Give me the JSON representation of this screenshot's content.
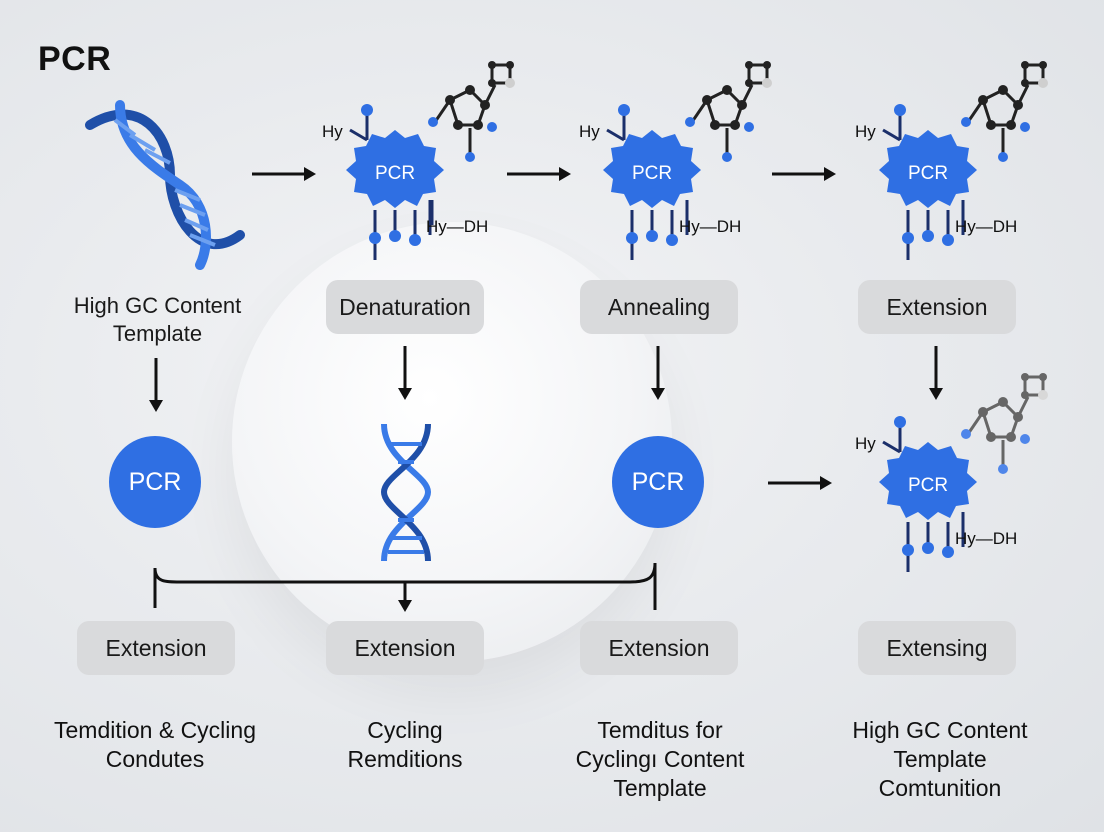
{
  "title": "PCR",
  "template_label": "High GC Content Template",
  "steps": [
    {
      "label": "Denaturation"
    },
    {
      "label": "Annealing"
    },
    {
      "label": "Extension"
    }
  ],
  "molecule": {
    "center": "PCR",
    "left_label": "Hy",
    "right_label": "Hy—DH"
  },
  "circles": [
    "PCR",
    "PCR"
  ],
  "bottom_pills": [
    "Extension",
    "Extension",
    "Extension",
    "Extensing"
  ],
  "captions": [
    "Temdition & Cycling Condutes",
    "Cycling Remditions",
    "Temditus for Cyclingı Content Template",
    "High GC Content Template Comtunition"
  ],
  "colors": {
    "accent": "#2f6fe3",
    "pill": "#d9dadc",
    "ink": "#1a1a1a"
  }
}
